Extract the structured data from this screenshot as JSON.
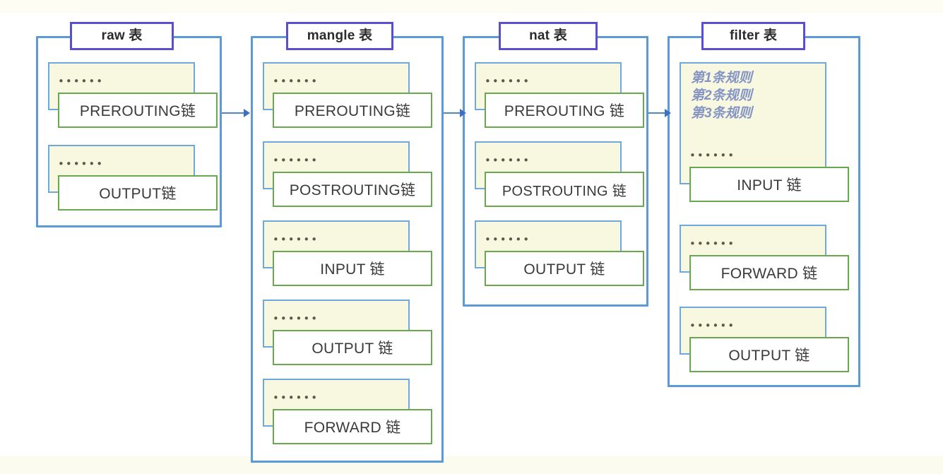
{
  "diagram": {
    "title_suffix": "表",
    "chain_suffix": "链",
    "dots": "••••••",
    "colors": {
      "table_border": "#5b9bd5",
      "title_border": "#5a4fcf",
      "pad_border": "#6fa8dc",
      "pad_fill": "#f8f8e0",
      "plate_border": "#69a84f",
      "plate_fill": "#ffffff",
      "arrow": "#3f6fc4",
      "rules_text": "#8494c4",
      "background": "#ffffff"
    },
    "tables": [
      {
        "id": "raw",
        "title": "raw 表",
        "chains": [
          {
            "id": "raw-prerouting",
            "label": "PREROUTING链",
            "dots": "••••••",
            "rules": []
          },
          {
            "id": "raw-output",
            "label": "OUTPUT链",
            "dots": "••••••",
            "rules": []
          }
        ]
      },
      {
        "id": "mangle",
        "title": "mangle 表",
        "chains": [
          {
            "id": "mangle-prerouting",
            "label": "PREROUTING链",
            "dots": "••••••",
            "rules": []
          },
          {
            "id": "mangle-postrouting",
            "label": "POSTROUTING链",
            "dots": "••••••",
            "rules": []
          },
          {
            "id": "mangle-input",
            "label": "INPUT 链",
            "dots": "••••••",
            "rules": []
          },
          {
            "id": "mangle-output",
            "label": "OUTPUT 链",
            "dots": "••••••",
            "rules": []
          },
          {
            "id": "mangle-forward",
            "label": "FORWARD 链",
            "dots": "••••••",
            "rules": []
          }
        ]
      },
      {
        "id": "nat",
        "title": "nat 表",
        "chains": [
          {
            "id": "nat-prerouting",
            "label": "PREROUTING 链",
            "dots": "••••••",
            "rules": []
          },
          {
            "id": "nat-postrouting",
            "label": "POSTROUTING 链",
            "dots": "••••••",
            "rules": []
          },
          {
            "id": "nat-output",
            "label": "OUTPUT 链",
            "dots": "••••••",
            "rules": []
          }
        ]
      },
      {
        "id": "filter",
        "title": "filter 表",
        "chains": [
          {
            "id": "filter-input",
            "label": "INPUT 链",
            "dots": "••••••",
            "rules": [
              "第1条规则",
              "第2条规则",
              "第3条规则"
            ]
          },
          {
            "id": "filter-forward",
            "label": "FORWARD 链",
            "dots": "••••••",
            "rules": []
          },
          {
            "id": "filter-output",
            "label": "OUTPUT 链",
            "dots": "••••••",
            "rules": []
          }
        ]
      }
    ],
    "arrows": [
      {
        "id": "raw-to-mangle",
        "from": "raw",
        "to": "mangle"
      },
      {
        "id": "mangle-to-nat",
        "from": "mangle",
        "to": "nat"
      },
      {
        "id": "nat-to-filter",
        "from": "nat",
        "to": "filter"
      }
    ]
  }
}
